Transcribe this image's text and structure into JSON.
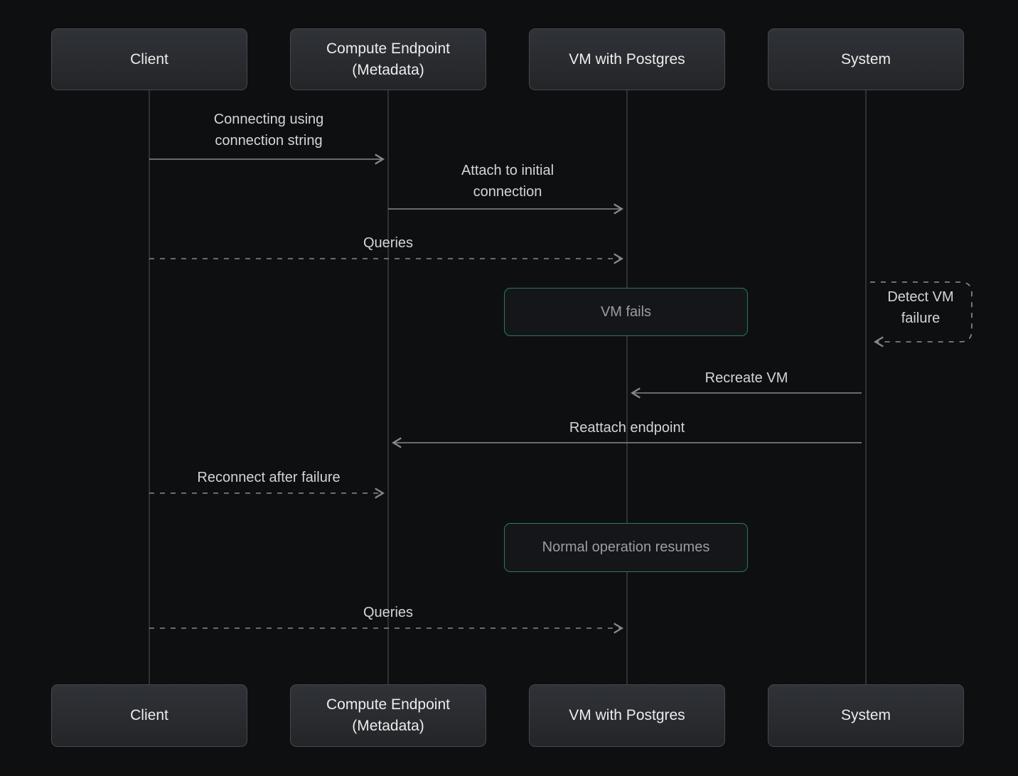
{
  "diagram": {
    "type": "sequence",
    "actors": [
      {
        "id": "client",
        "label": "Client"
      },
      {
        "id": "compute-endpoint",
        "label": "Compute Endpoint (Metadata)"
      },
      {
        "id": "vm-postgres",
        "label": "VM with Postgres"
      },
      {
        "id": "system",
        "label": "System"
      }
    ],
    "messages": [
      {
        "from": "Client",
        "to": "Compute Endpoint (Metadata)",
        "label": "Connecting using connection string",
        "line": "solid",
        "direction": "right"
      },
      {
        "from": "Compute Endpoint (Metadata)",
        "to": "VM with Postgres",
        "label": "Attach to initial connection",
        "line": "solid",
        "direction": "right"
      },
      {
        "from": "Client",
        "to": "VM with Postgres",
        "label": "Queries",
        "line": "dashed",
        "direction": "right"
      },
      {
        "from": "System",
        "to": "VM with Postgres",
        "label": "Recreate VM",
        "line": "solid",
        "direction": "left"
      },
      {
        "from": "System",
        "to": "Compute Endpoint (Metadata)",
        "label": "Reattach endpoint",
        "line": "solid",
        "direction": "left"
      },
      {
        "from": "Client",
        "to": "Compute Endpoint (Metadata)",
        "label": "Reconnect after failure",
        "line": "dashed",
        "direction": "right"
      },
      {
        "from": "Client",
        "to": "VM with Postgres",
        "label": "Queries",
        "line": "dashed",
        "direction": "right"
      }
    ],
    "notes": [
      {
        "over": "VM with Postgres",
        "label": "VM fails"
      },
      {
        "over": "VM with Postgres",
        "label": "Normal operation resumes"
      }
    ],
    "self_message": {
      "actor": "System",
      "label": "Detect VM failure",
      "line": "dashed"
    },
    "colors": {
      "background": "#0e0f11",
      "actor_box_bg": "#2b2d32",
      "actor_box_border": "#45484d",
      "actor_text": "#ececed",
      "lifeline": "#303134",
      "arrow": "#85888b",
      "message_text": "#d4d5d7",
      "note_border": "#2a7a5e",
      "note_bg": "#141619",
      "note_text": "#9b9da0"
    }
  }
}
